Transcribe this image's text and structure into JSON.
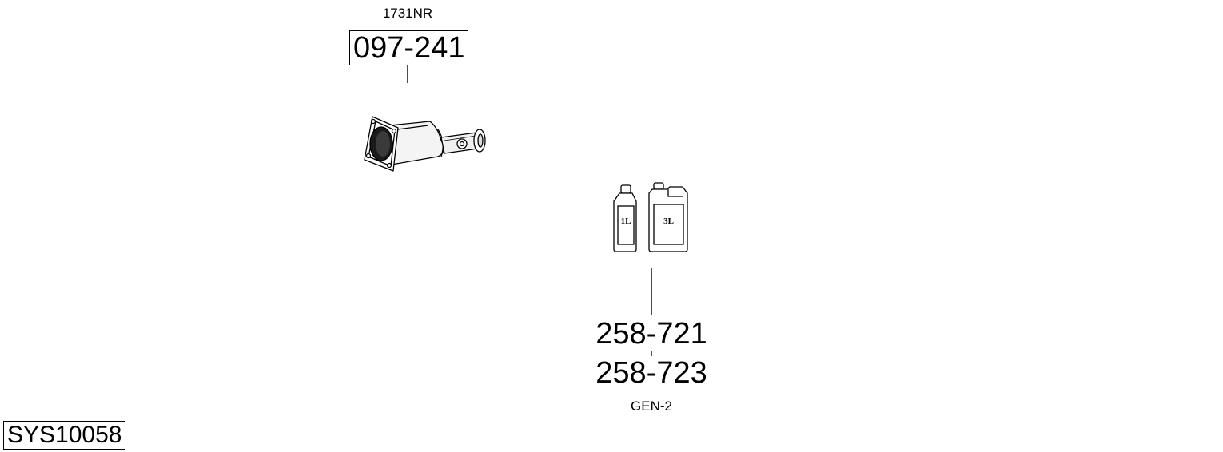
{
  "parts": {
    "dpf": {
      "ref": "1731NR",
      "number": "097-241"
    },
    "additive": {
      "number_1": "258-721",
      "number_2": "258-723",
      "ref": "GEN-2",
      "bottle_small_label": "1L",
      "bottle_large_label": "3L"
    }
  },
  "system": {
    "id": "SYS10058"
  }
}
